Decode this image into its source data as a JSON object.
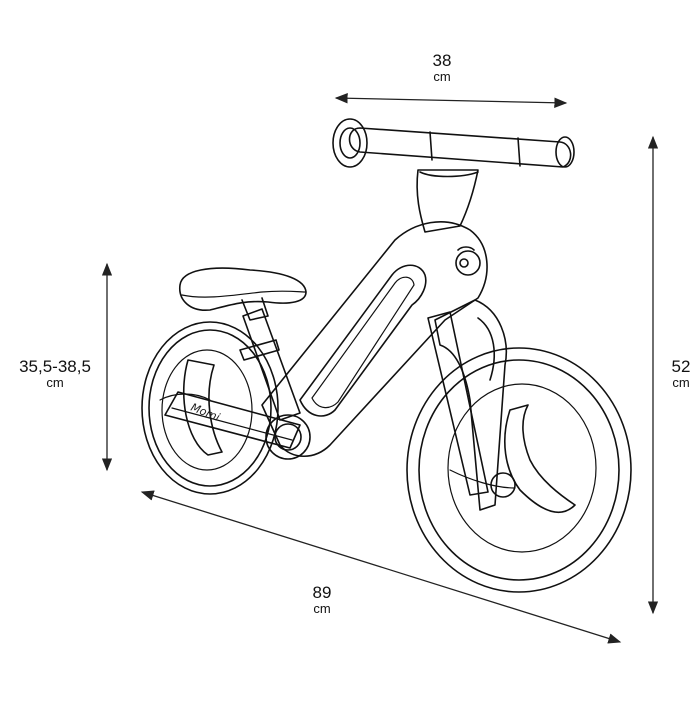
{
  "dimensions": {
    "handlebar_width": {
      "value": "38",
      "unit": "cm"
    },
    "seat_height": {
      "value": "35,5-38,5",
      "unit": "cm"
    },
    "total_height": {
      "value": "52",
      "unit": "cm"
    },
    "length": {
      "value": "89",
      "unit": "cm"
    }
  },
  "frame_logo_text": "Momi",
  "colors": {
    "line": "#111111",
    "background": "#ffffff"
  }
}
